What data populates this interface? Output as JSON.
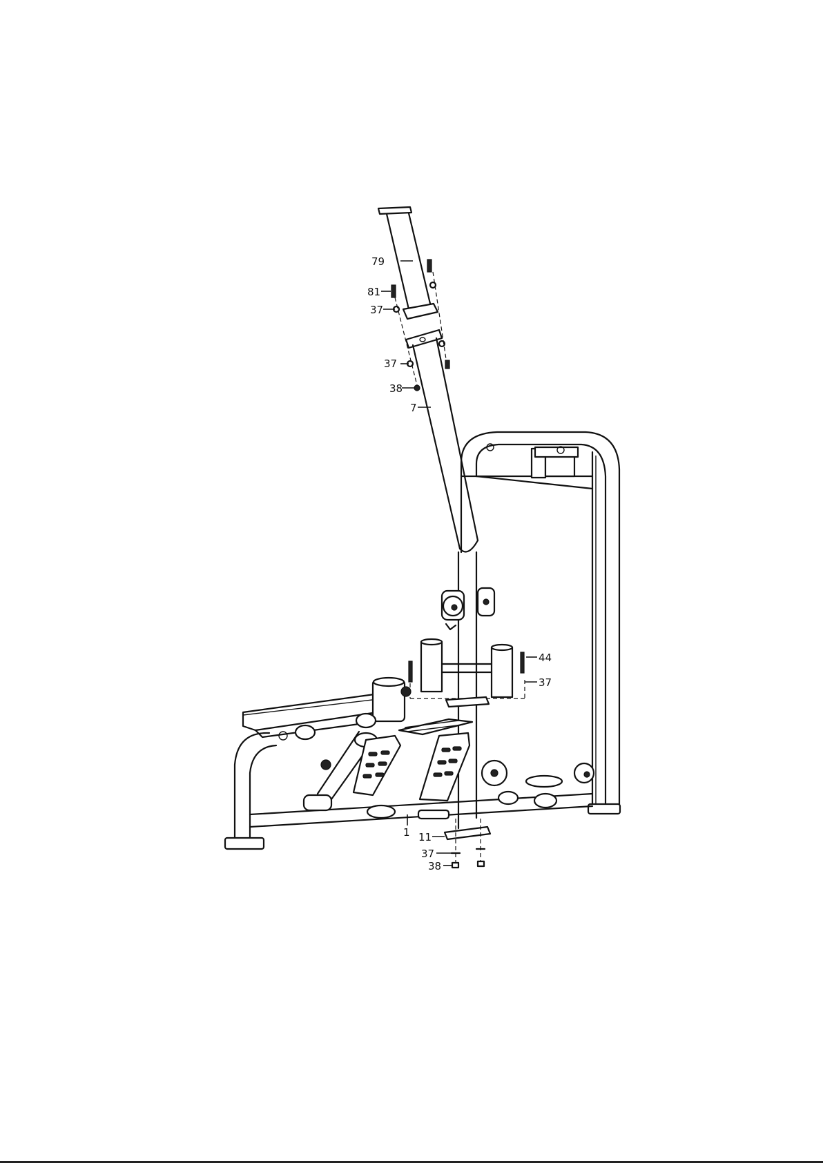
{
  "diagram": {
    "labels": {
      "l79": "79",
      "l81": "81",
      "l37a": "37",
      "l37b": "37",
      "l38a": "38",
      "l7": "7",
      "l44": "44",
      "l37c": "37",
      "l1": "1",
      "l11": "11",
      "l37d": "37",
      "l38b": "38"
    }
  }
}
